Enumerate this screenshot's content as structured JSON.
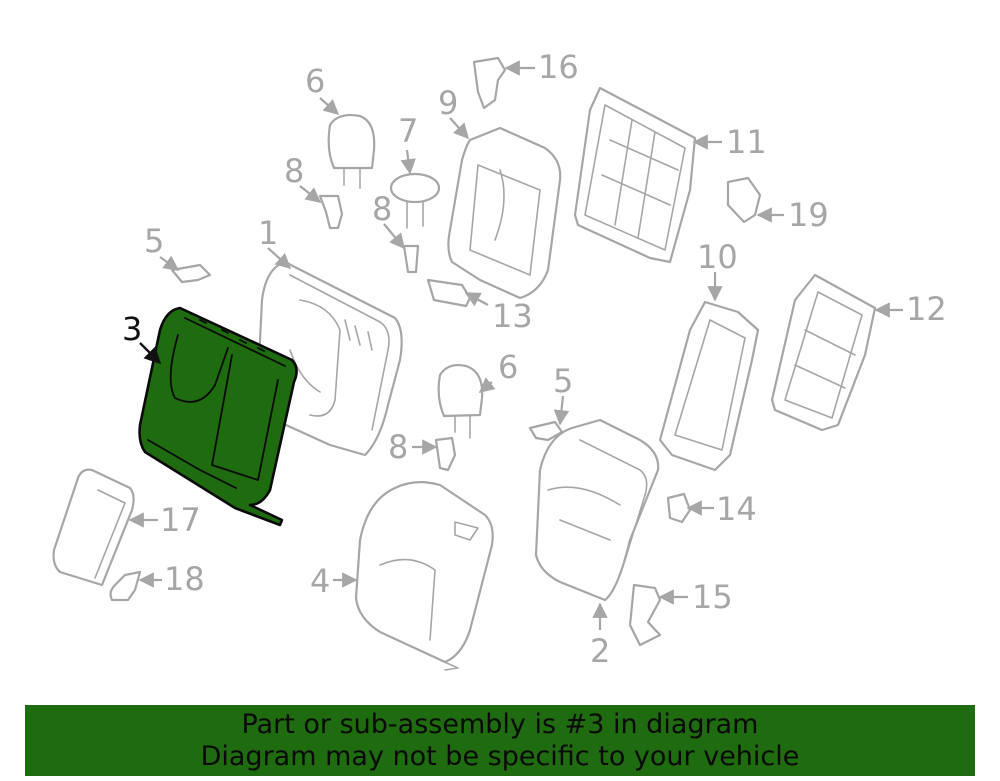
{
  "callouts": {
    "c1": "1",
    "c2": "2",
    "c3": "3",
    "c4": "4",
    "c5a": "5",
    "c5b": "5",
    "c6a": "6",
    "c6b": "6",
    "c7": "7",
    "c8a": "8",
    "c8b": "8",
    "c8c": "8",
    "c9": "9",
    "c10": "10",
    "c11": "11",
    "c12": "12",
    "c13": "13",
    "c14": "14",
    "c15": "15",
    "c16": "16",
    "c17": "17",
    "c18": "18",
    "c19": "19"
  },
  "highlighted_part": "3",
  "colors": {
    "highlight": "#1f6b0f",
    "lines": "#a6a6a6",
    "banner": "#1f6b0f"
  },
  "banner": {
    "line1": "Part or sub-assembly is #3 in diagram",
    "line2": "Diagram may not be specific to your vehicle"
  }
}
